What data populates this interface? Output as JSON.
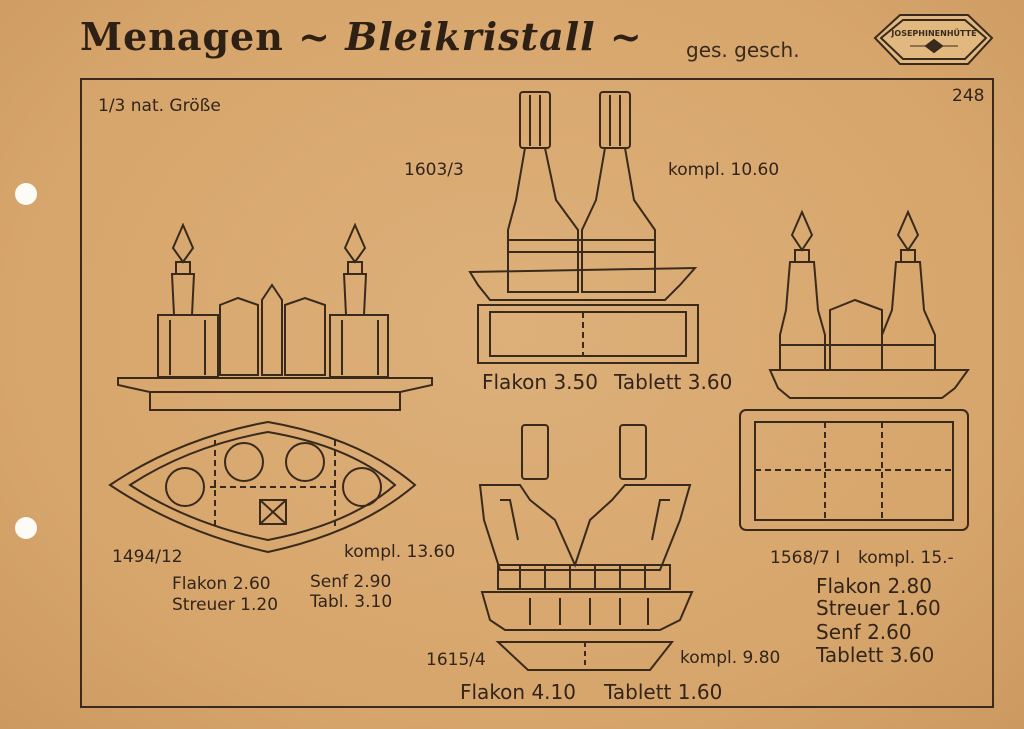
{
  "header": {
    "title_part1": "Menagen",
    "dash1": "~",
    "title_part2": "Bleikristall",
    "dash2": "~",
    "protection": "ges. gesch.",
    "logo_text": "JOSEPHINENHÜTTE",
    "page_number": "248",
    "scale_note": "1/3 nat. Größe"
  },
  "items": [
    {
      "model": "1494/12",
      "price_total": "kompl. 13.60",
      "parts": [
        "Flakon 2.60",
        "Senf 2.90",
        "Streuer 1.20",
        "Tabl. 3.10"
      ]
    },
    {
      "model": "1603/3",
      "price_total": "kompl. 10.60",
      "parts": [
        "Flakon 3.50",
        "Tablett 3.60"
      ]
    },
    {
      "model": "1568/7 I",
      "price_total": "kompl. 15.-",
      "parts": [
        "Flakon 2.80",
        "Streuer 1.60",
        "Senf 2.60",
        "Tablett 3.60"
      ]
    },
    {
      "model": "1615/4",
      "price_total": "kompl. 9.80",
      "parts": [
        "Flakon 4.10",
        "Tablett 1.60"
      ]
    }
  ],
  "colors": {
    "paper": "#d9a970",
    "ink": "#3a2a1c"
  }
}
